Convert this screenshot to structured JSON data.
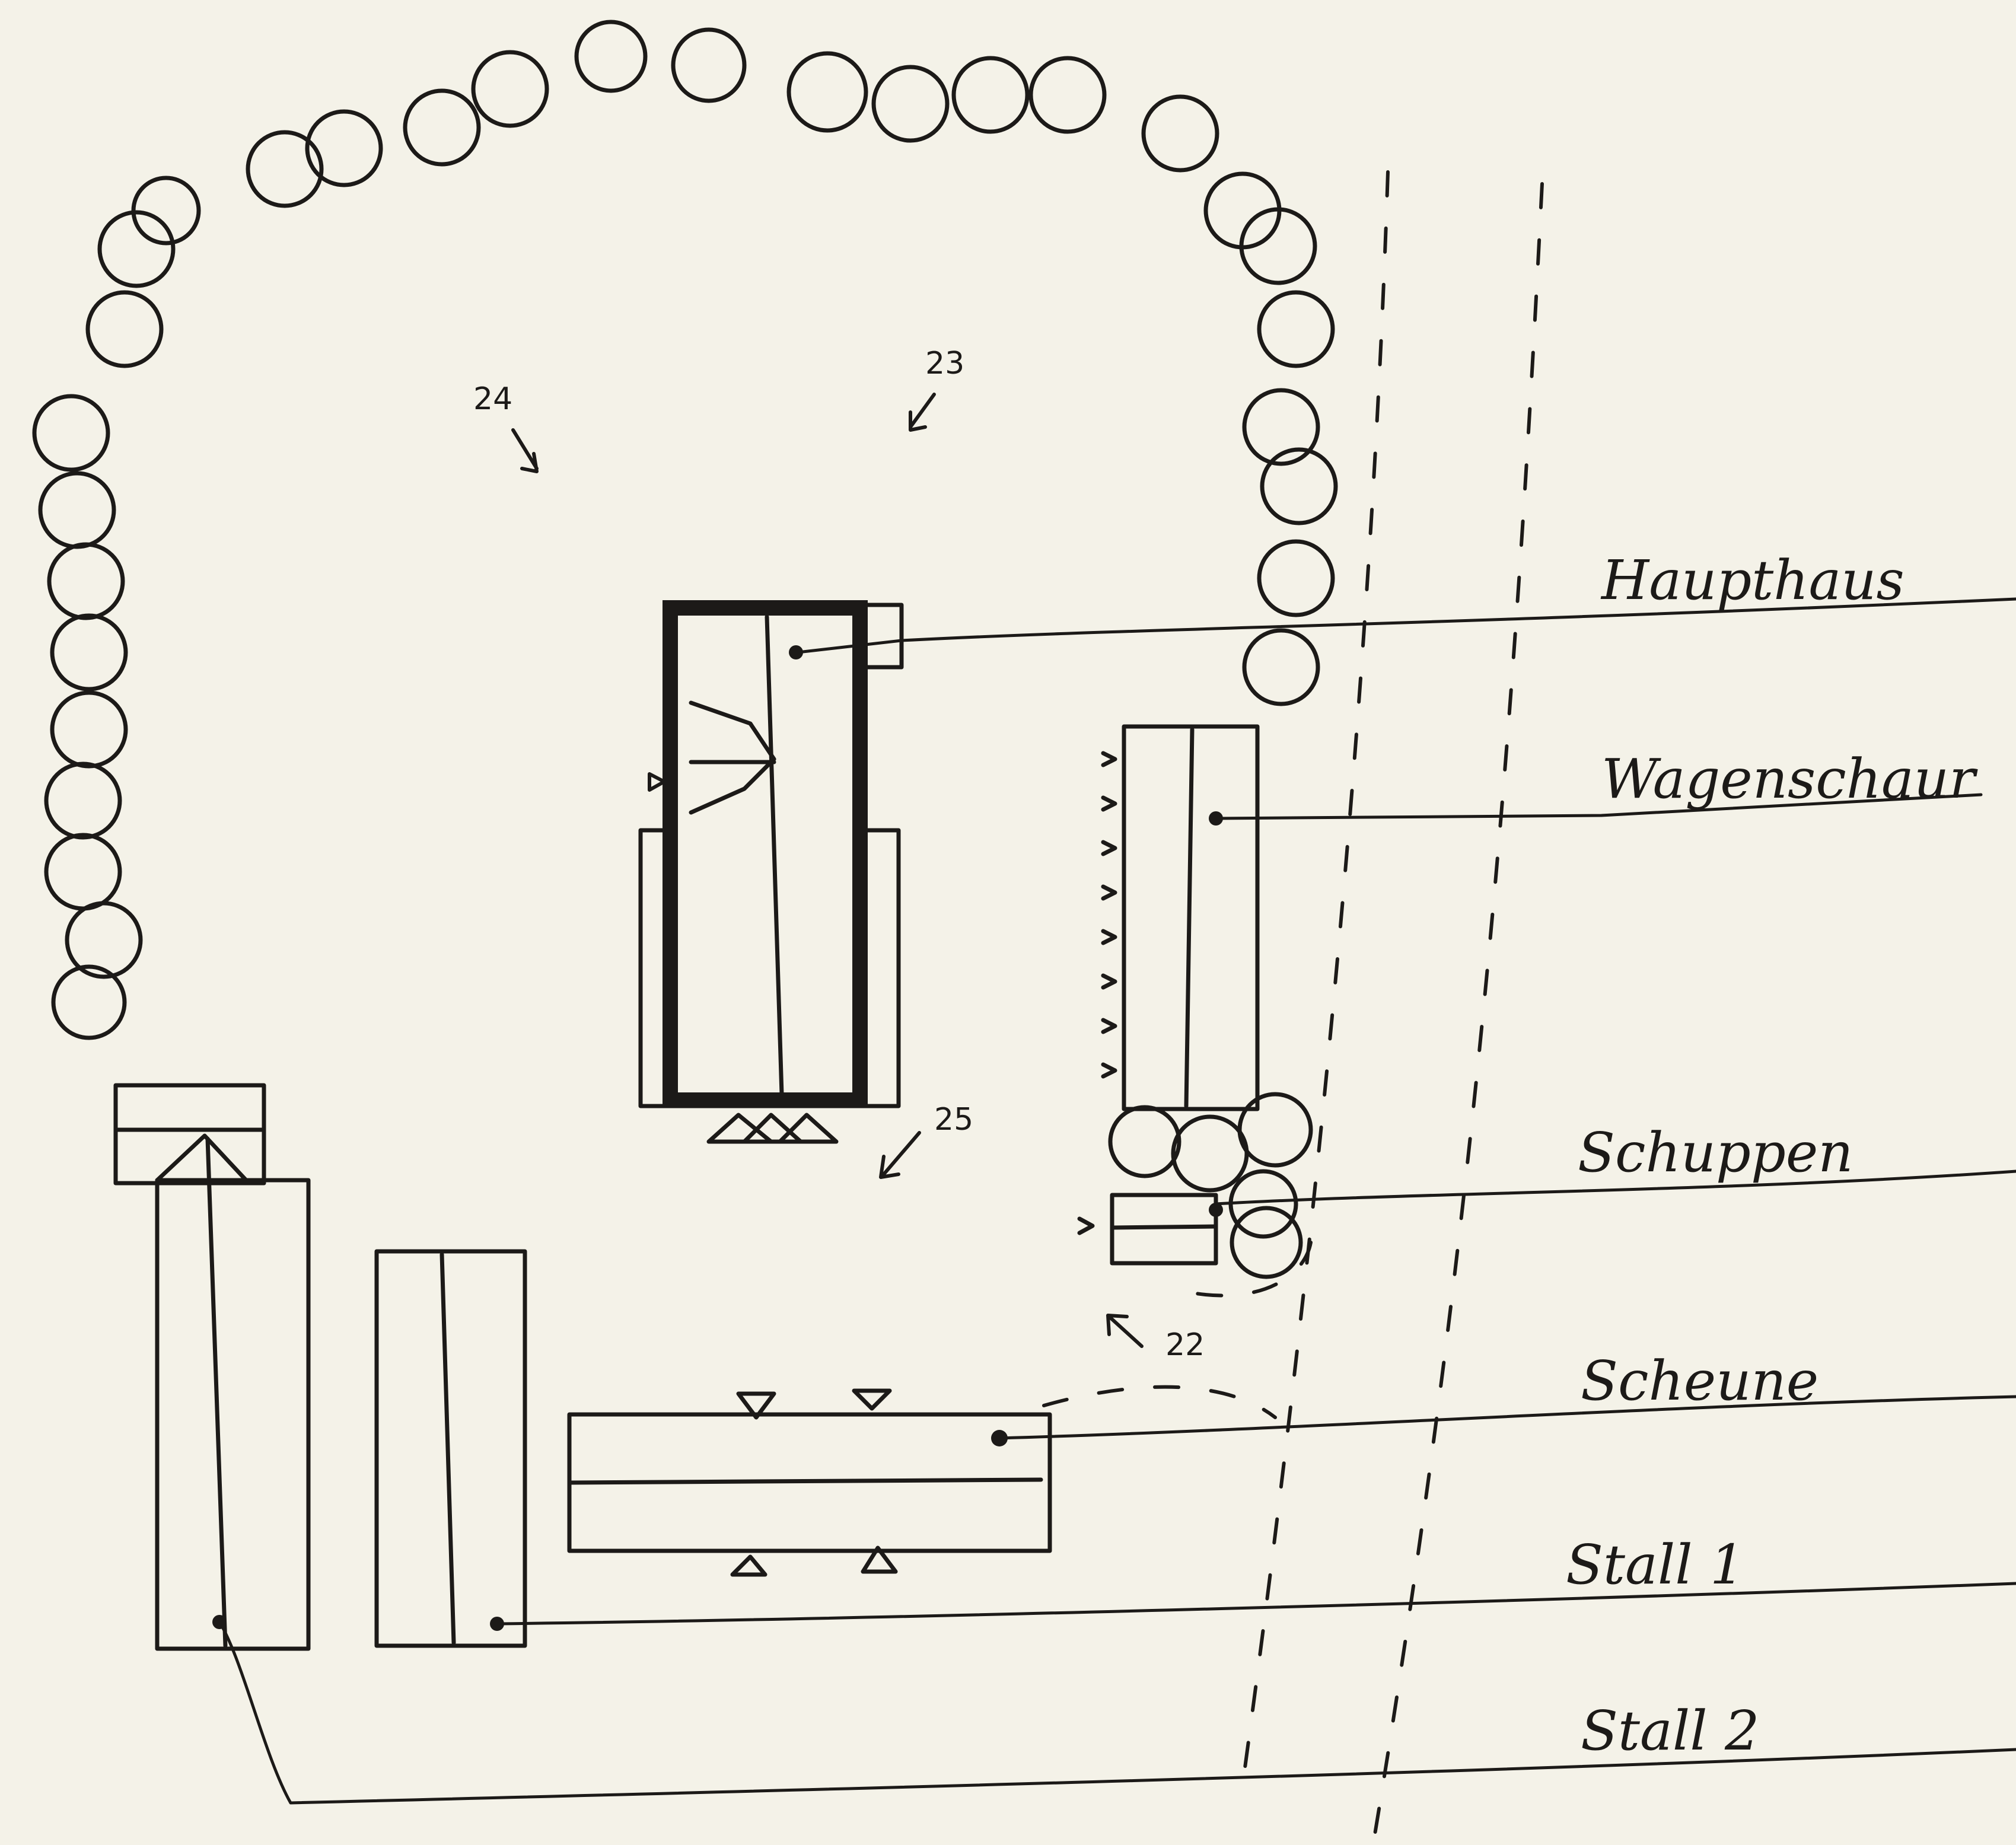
{
  "labels": {
    "haupthaus": "Haupthaus",
    "wagenschauer": "Wagenschaur",
    "schuppen": "Schuppen",
    "scheune": "Scheune",
    "stall1": "Stall 1",
    "stall2": "Stall 2"
  },
  "numbers": {
    "n22": "22",
    "n23": "23",
    "n24": "24",
    "n25": "25"
  }
}
